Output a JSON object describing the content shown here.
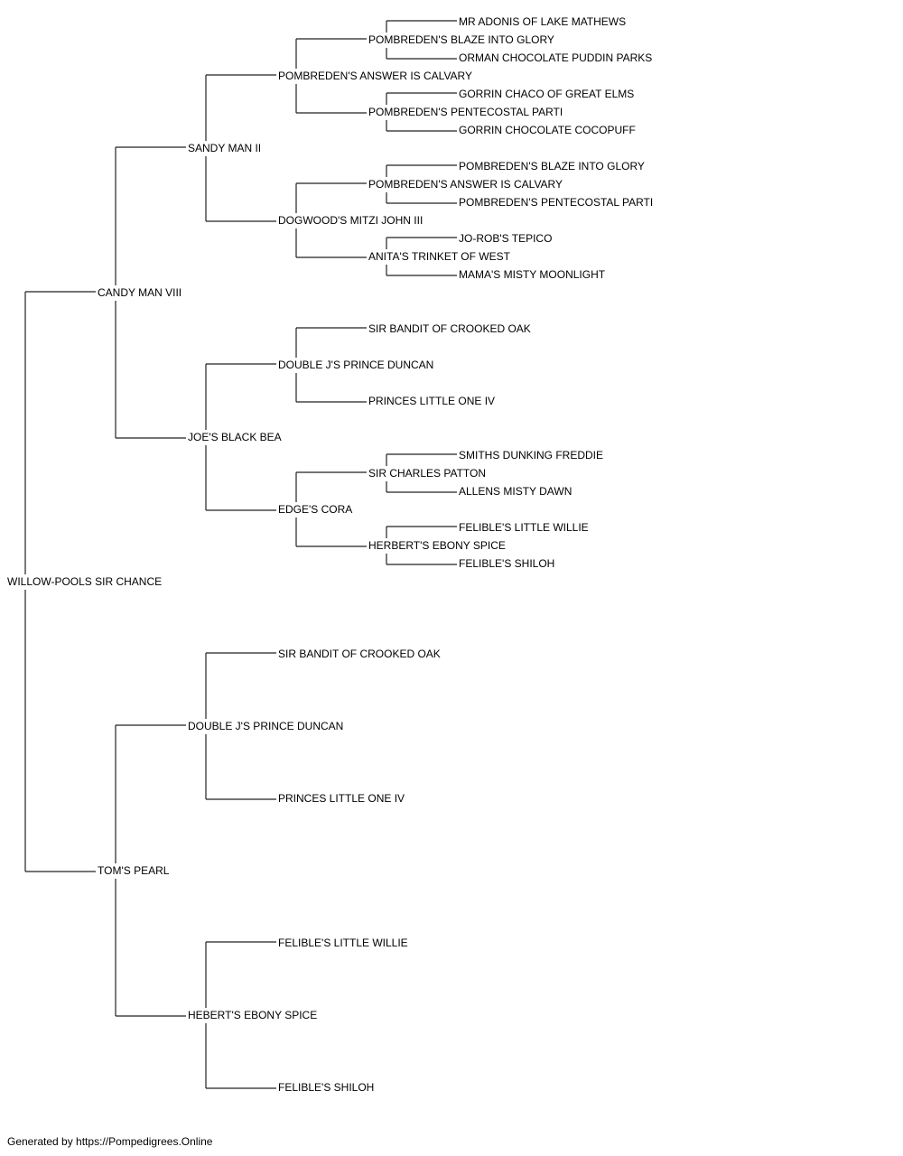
{
  "pedigree": {
    "name": "WILLOW-POOLS SIR CHANCE",
    "sire": {
      "name": "CANDY MAN VIII",
      "sire": {
        "name": "SANDY MAN II",
        "sire": {
          "name": "POMBREDEN'S ANSWER IS CALVARY",
          "sire": {
            "name": "POMBREDEN'S BLAZE INTO GLORY",
            "sire": {
              "name": "MR ADONIS OF LAKE MATHEWS"
            },
            "dam": {
              "name": "ORMAN CHOCOLATE PUDDIN PARKS"
            }
          },
          "dam": {
            "name": "POMBREDEN'S PENTECOSTAL PARTI",
            "sire": {
              "name": "GORRIN CHACO OF GREAT ELMS"
            },
            "dam": {
              "name": "GORRIN CHOCOLATE COCOPUFF"
            }
          }
        },
        "dam": {
          "name": "DOGWOOD'S MITZI JOHN III",
          "sire": {
            "name": "POMBREDEN'S ANSWER IS CALVARY",
            "sire": {
              "name": "POMBREDEN'S BLAZE INTO GLORY"
            },
            "dam": {
              "name": "POMBREDEN'S PENTECOSTAL PARTI"
            }
          },
          "dam": {
            "name": "ANITA'S TRINKET OF WEST",
            "sire": {
              "name": "JO-ROB'S TEPICO"
            },
            "dam": {
              "name": "MAMA'S MISTY MOONLIGHT"
            }
          }
        }
      },
      "dam": {
        "name": "JOE'S BLACK BEA",
        "sire": {
          "name": "DOUBLE J'S PRINCE DUNCAN",
          "sire": {
            "name": "SIR BANDIT OF CROOKED OAK"
          },
          "dam": {
            "name": "PRINCES LITTLE ONE IV"
          }
        },
        "dam": {
          "name": "EDGE'S CORA",
          "sire": {
            "name": "SIR CHARLES PATTON",
            "sire": {
              "name": "SMITHS DUNKING FREDDIE"
            },
            "dam": {
              "name": "ALLENS MISTY DAWN"
            }
          },
          "dam": {
            "name": "HERBERT'S EBONY SPICE",
            "sire": {
              "name": "FELIBLE'S LITTLE WILLIE"
            },
            "dam": {
              "name": "FELIBLE'S SHILOH"
            }
          }
        }
      }
    },
    "dam": {
      "name": "TOM'S PEARL",
      "sire": {
        "name": "DOUBLE J'S PRINCE DUNCAN",
        "sire": {
          "name": "SIR BANDIT OF CROOKED OAK"
        },
        "dam": {
          "name": "PRINCES LITTLE ONE IV"
        }
      },
      "dam": {
        "name": "HEBERT'S EBONY SPICE",
        "sire": {
          "name": "FELIBLE'S LITTLE WILLIE"
        },
        "dam": {
          "name": "FELIBLE'S SHILOH"
        }
      }
    }
  },
  "footer": "Generated by https://Pompedigrees.Online"
}
